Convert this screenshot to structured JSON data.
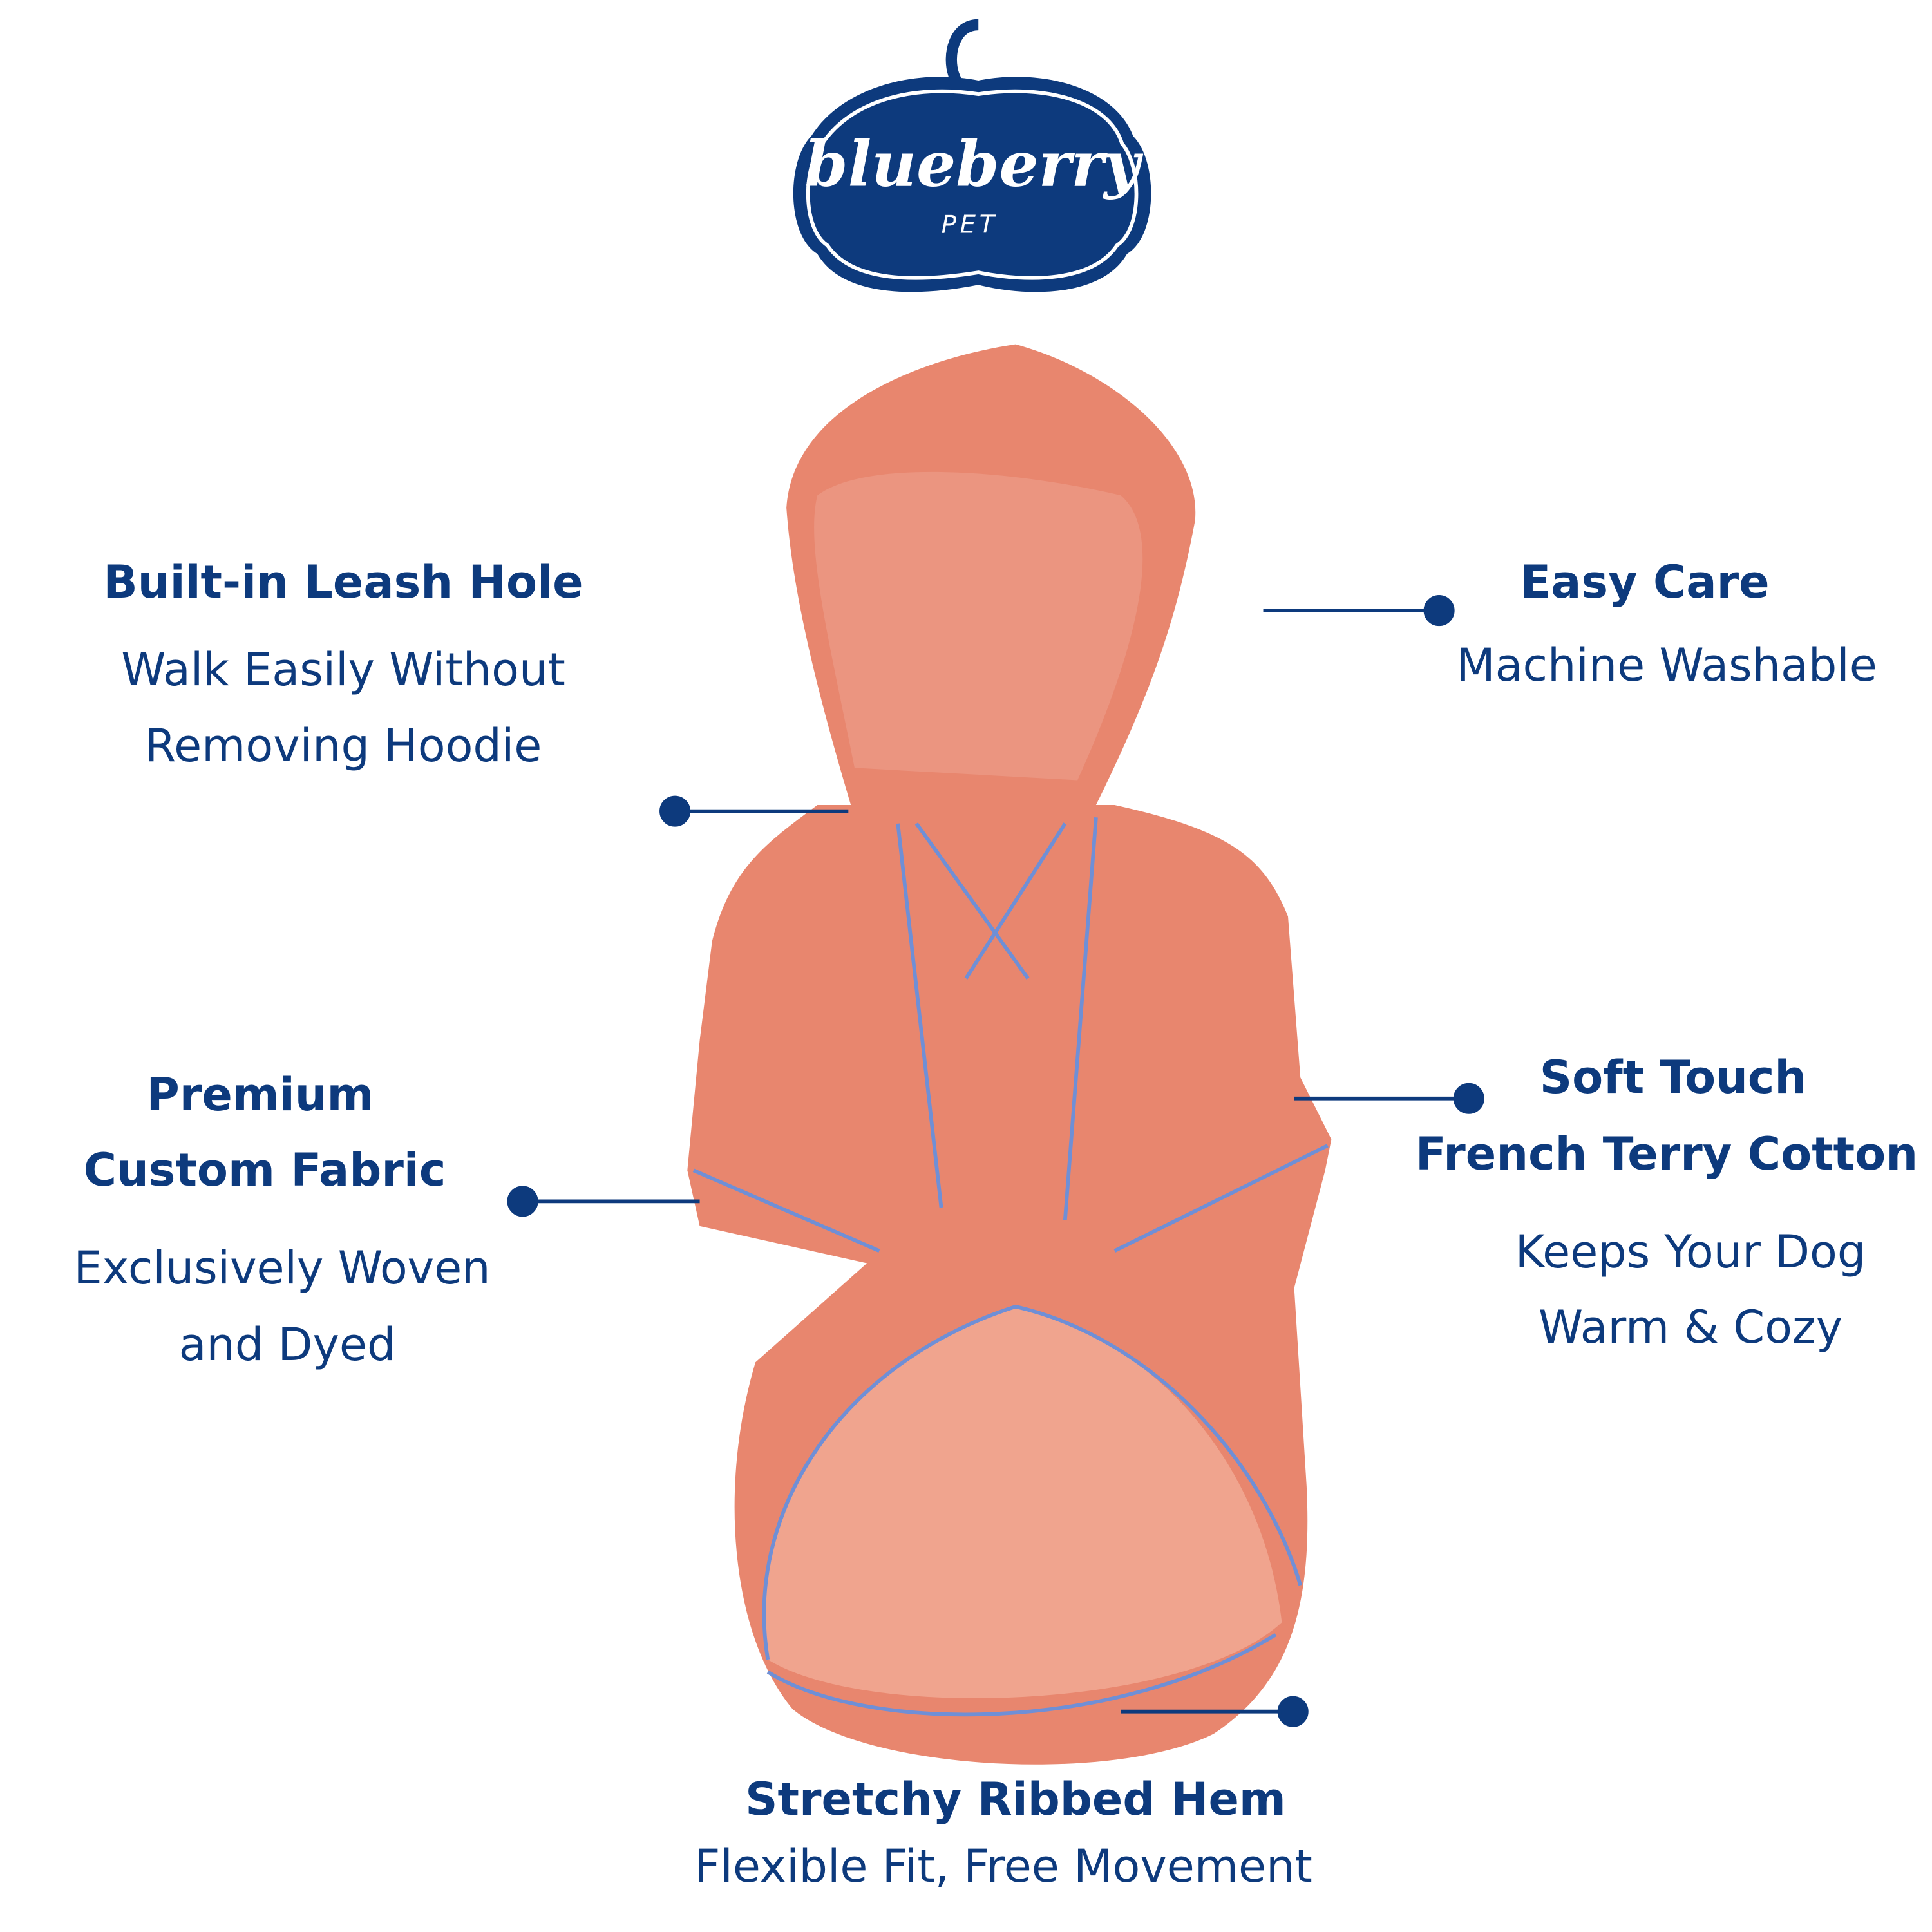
{
  "brand": {
    "logo_text": "blueberry",
    "logo_subtext": "PET",
    "color": "#0d3a7d"
  },
  "product_colors": {
    "hoodie": "#e8866e",
    "lining": "#f0a48e",
    "stitching": "#6f8fd6"
  },
  "features": {
    "leash": {
      "title": "Built-in Leash Hole",
      "line1": "Walk Easily Without",
      "line2": "Removing Hoodie"
    },
    "care": {
      "title": "Easy Care",
      "line1": "Machine Washable"
    },
    "fabric": {
      "title1": "Premium",
      "title2": "Custom Fabric",
      "line1": "Exclusively Woven",
      "line2": "and Dyed"
    },
    "soft": {
      "title1": "Soft Touch",
      "title2": "French Terry Cotton",
      "line1": "Keeps Your Dog",
      "line2": "Warm & Cozy"
    },
    "hem": {
      "title": "Stretchy Ribbed Hem",
      "line1": "Flexible Fit, Free Movement"
    }
  }
}
